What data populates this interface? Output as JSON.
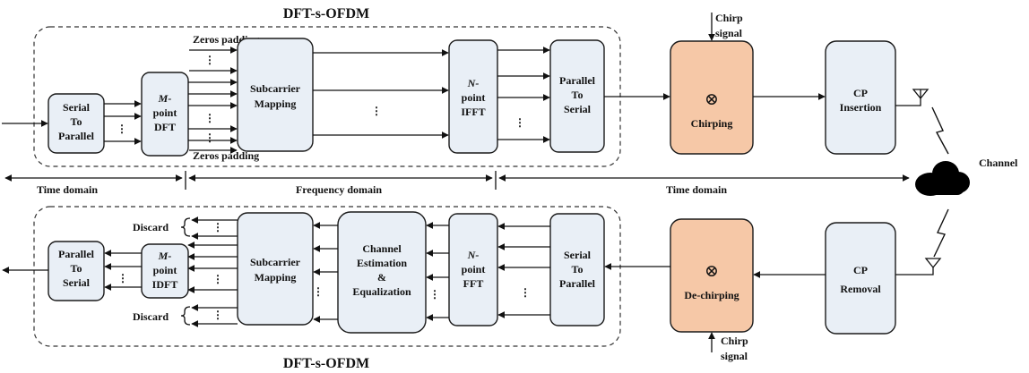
{
  "titles": {
    "top": "DFT-s-OFDM",
    "bottom": "DFT-s-OFDM"
  },
  "tx": {
    "s2p": [
      "Serial",
      "To",
      "Parallel"
    ],
    "dft_italic": "M-",
    "dft": [
      "point",
      "DFT"
    ],
    "mapping": [
      "Subcarrier",
      "Mapping"
    ],
    "ifft_italic": "N-",
    "ifft": [
      "point",
      "IFFT"
    ],
    "p2s": [
      "Parallel",
      "To",
      "Serial"
    ],
    "zeros_top": "Zeros padding",
    "zeros_bottom": "Zeros padding",
    "chirping": "Chirping",
    "chirp_signal": [
      "Chirp",
      "signal"
    ],
    "cp": [
      "CP",
      "Insertion"
    ]
  },
  "rx": {
    "p2s": [
      "Parallel",
      "To",
      "Serial"
    ],
    "idft_italic": "M-",
    "idft": [
      "point",
      "IDFT"
    ],
    "mapping": [
      "Subcarrier",
      "Mapping"
    ],
    "est": [
      "Channel",
      "Estimation",
      "&",
      "Equalization"
    ],
    "fft_italic": "N-",
    "fft": [
      "point",
      "FFT"
    ],
    "s2p": [
      "Serial",
      "To",
      "Parallel"
    ],
    "dechirping": "De-chirping",
    "chirp_signal": [
      "Chirp",
      "signal"
    ],
    "cp": [
      "CP",
      "Removal"
    ],
    "discard_top": "Discard",
    "discard_bottom": "Discard"
  },
  "channel": "Channel",
  "domains": {
    "left": "Time domain",
    "mid": "Frequency domain",
    "right": "Time domain"
  },
  "symbols": {
    "dots": "⋮",
    "mixer": "⊗"
  }
}
